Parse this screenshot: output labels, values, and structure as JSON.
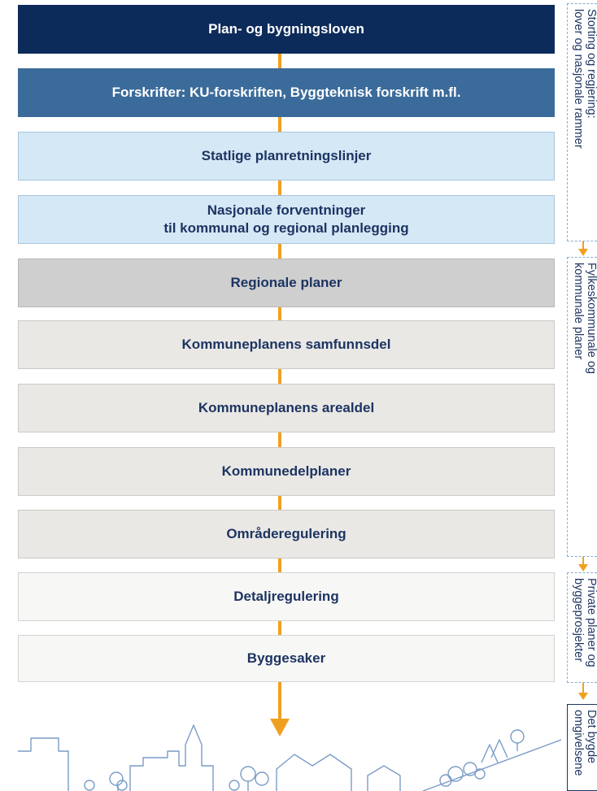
{
  "diagram": {
    "levels": [
      {
        "label": "Plan- og bygningsloven"
      },
      {
        "label": "Forskrifter: KU-forskriften, Byggteknisk forskrift m.fl."
      },
      {
        "label": "Statlige planretningslinjer"
      },
      {
        "label": "Nasjonale forventninger\ntil kommunal og regional planlegging"
      },
      {
        "label": "Regionale planer"
      },
      {
        "label": "Kommuneplanens samfunnsdel"
      },
      {
        "label": "Kommuneplanens arealdel"
      },
      {
        "label": "Kommunedelplaner"
      },
      {
        "label": "Områderegulering"
      },
      {
        "label": "Detaljregulering"
      },
      {
        "label": "Byggesaker"
      }
    ],
    "side_panels": [
      {
        "label": "Storting og regjering:\nlover og nasjonale rammer"
      },
      {
        "label": "Fylkeskommunale og\nkommunale planer"
      },
      {
        "label": "Private planer og\nbyggeprosjekter"
      },
      {
        "label": "Det bygde\nomgivelsene"
      }
    ]
  },
  "colors": {
    "level0": "#0d2b5a",
    "level1": "#3b6b9a",
    "national": "#d4e8f6",
    "regional": "#cfcfd0",
    "municipal": "#e9e8e5",
    "private": "#f7f7f6",
    "arrow": "#f0a020",
    "line_art": "#7a9cc6"
  }
}
